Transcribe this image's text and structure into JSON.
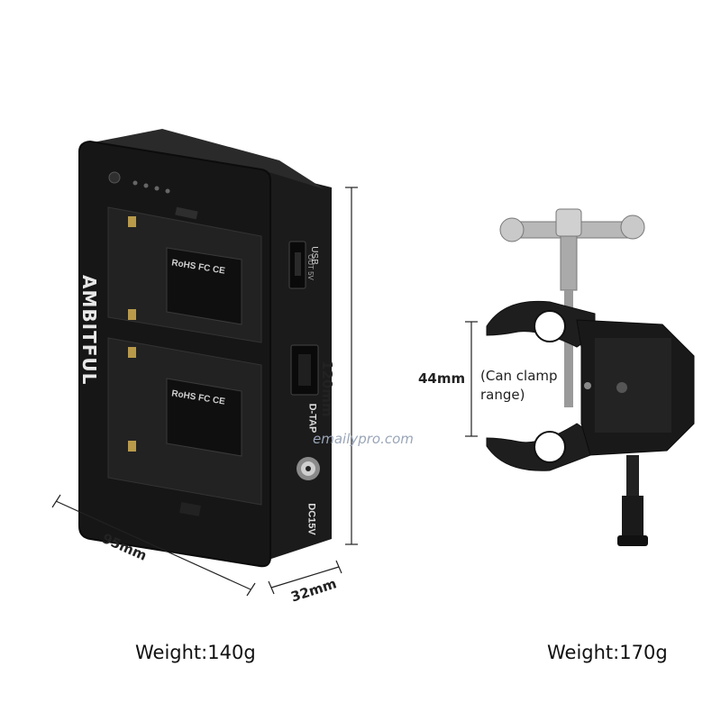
{
  "product": {
    "brand": "AMBITFUL",
    "label_rohs": "RoHS FC CE",
    "usb_label": "USB",
    "usb_sub": "OUT 5V",
    "dtap_label": "D-TAP",
    "dc_label": "DC15V"
  },
  "dimensions": {
    "height": "120mm",
    "width": "95mm",
    "depth": "32mm",
    "clamp_range_value": "44mm",
    "clamp_range_note_line1": "(Can clamp",
    "clamp_range_note_line2": "range)"
  },
  "weights": {
    "left": "Weight:140g",
    "right": "Weight:170g"
  },
  "watermark": "emailypro.com"
}
